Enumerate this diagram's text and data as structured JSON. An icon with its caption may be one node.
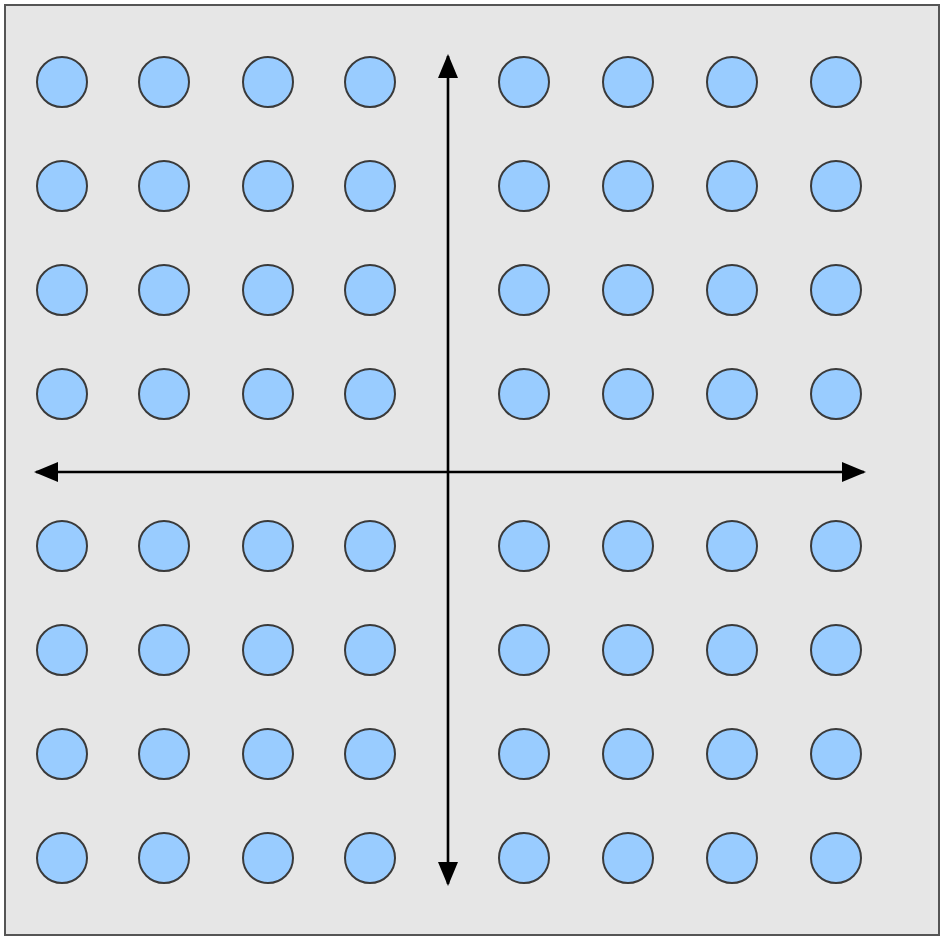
{
  "diagram": {
    "nodes": [
      {
        "text": [],
        "shape": "circle"
      },
      {
        "text": [],
        "shape": "circle"
      },
      {
        "text": [],
        "shape": "circle"
      },
      {
        "text": [],
        "shape": "circle"
      },
      {
        "text": [],
        "shape": "circle"
      },
      {
        "text": [],
        "shape": "circle"
      },
      {
        "text": [],
        "shape": "circle"
      },
      {
        "text": [],
        "shape": "circle"
      },
      {
        "text": [],
        "shape": "circle"
      },
      {
        "text": [],
        "shape": "circle"
      },
      {
        "text": [],
        "shape": "circle"
      },
      {
        "text": [],
        "shape": "circle"
      },
      {
        "text": [],
        "shape": "circle"
      },
      {
        "text": [],
        "shape": "circle"
      },
      {
        "text": [],
        "shape": "circle"
      },
      {
        "text": [],
        "shape": "circle"
      },
      {
        "text": [],
        "shape": "circle"
      },
      {
        "text": [],
        "shape": "circle"
      },
      {
        "text": [],
        "shape": "circle"
      },
      {
        "text": [],
        "shape": "circle"
      },
      {
        "text": [],
        "shape": "circle"
      },
      {
        "text": [],
        "shape": "circle"
      },
      {
        "text": [],
        "shape": "circle"
      },
      {
        "text": [],
        "shape": "circle"
      },
      {
        "text": [],
        "shape": "circle"
      },
      {
        "text": [],
        "shape": "circle"
      },
      {
        "text": [],
        "shape": "circle"
      },
      {
        "text": [],
        "shape": "circle"
      },
      {
        "text": [],
        "shape": "circle"
      },
      {
        "text": [],
        "shape": "circle"
      },
      {
        "text": [],
        "shape": "circle"
      },
      {
        "text": [],
        "shape": "circle"
      },
      {
        "text": [],
        "shape": "circle"
      },
      {
        "text": [],
        "shape": "circle"
      },
      {
        "text": [],
        "shape": "circle"
      },
      {
        "text": [],
        "shape": "circle"
      },
      {
        "text": [],
        "shape": "circle"
      },
      {
        "text": [],
        "shape": "circle"
      },
      {
        "text": [],
        "shape": "circle"
      },
      {
        "text": [],
        "shape": "circle"
      },
      {
        "text": [],
        "shape": "circle"
      },
      {
        "text": [],
        "shape": "circle"
      },
      {
        "text": [],
        "shape": "circle"
      },
      {
        "text": [],
        "shape": "circle"
      },
      {
        "text": [],
        "shape": "circle"
      },
      {
        "text": [],
        "shape": "circle"
      },
      {
        "text": [],
        "shape": "circle"
      },
      {
        "text": [],
        "shape": "circle"
      },
      {
        "text": [],
        "shape": "circle"
      },
      {
        "text": [],
        "shape": "circle"
      },
      {
        "text": [],
        "shape": "circle"
      },
      {
        "text": [],
        "shape": "circle"
      },
      {
        "text": [],
        "shape": "circle"
      },
      {
        "text": [],
        "shape": "circle"
      },
      {
        "text": [],
        "shape": "circle"
      },
      {
        "text": [],
        "shape": "circle"
      },
      {
        "text": [],
        "shape": "circle"
      },
      {
        "text": [],
        "shape": "circle"
      },
      {
        "text": [],
        "shape": "circle"
      },
      {
        "text": [],
        "shape": "circle"
      },
      {
        "text": [],
        "shape": "circle"
      },
      {
        "text": [],
        "shape": "circle"
      },
      {
        "text": [],
        "shape": "circle"
      },
      {
        "text": [],
        "shape": "circle"
      }
    ]
  }
}
